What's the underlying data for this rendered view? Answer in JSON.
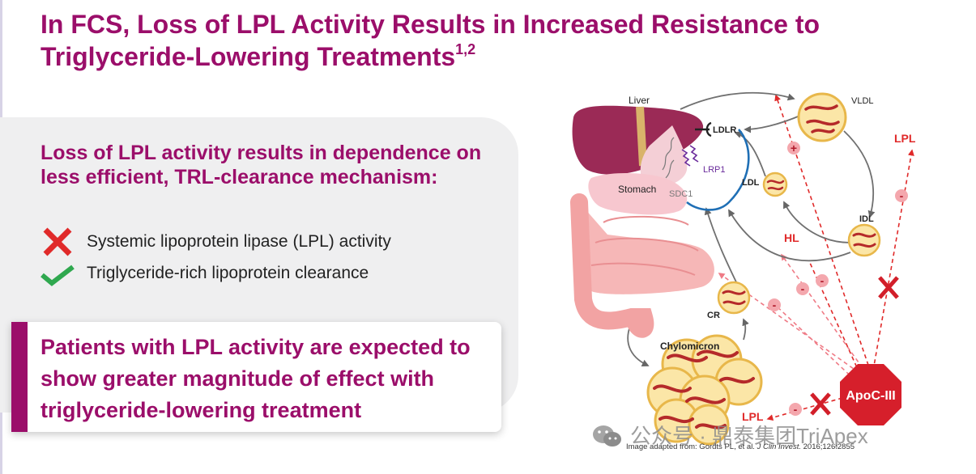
{
  "slide": {
    "title": "In FCS, Loss of LPL Activity Results in Increased Resistance to Triglyceride-Lowering Treatments",
    "title_superscript": "1,2",
    "heading": "Loss of LPL activity results in dependence on less efficient, TRL-clearance mechanism:",
    "items": [
      {
        "icon": "red-x-icon",
        "text": "Systemic lipoprotein lipase (LPL) activity"
      },
      {
        "icon": "green-check-icon",
        "text": "Triglyceride-rich lipoprotein clearance"
      }
    ],
    "callout": "Patients with LPL activity are expected to show greater magnitude of effect with triglyceride-lowering treatment",
    "citation_prefix": "Image adapted from: Gordts PL, et al. ",
    "citation_journal": "J Clin Invest.",
    "citation_suffix": " 2016;126:2855"
  },
  "diagram": {
    "liver": "Liver",
    "stomach": "Stomach",
    "ldlr": "LDLR",
    "lrp1": "LRP1",
    "sdc1": "SDC1",
    "vldl": "VLDL",
    "ldl": "LDL",
    "idl": "IDL",
    "cr": "CR",
    "chylomicron": "Chylomicron",
    "hl": "HL",
    "lpl_top": "LPL",
    "lpl_bottom": "LPL",
    "apoc3": "ApoC-III",
    "plus": "+",
    "minus": "-"
  },
  "watermark": {
    "text": "公众号 · 鼎泰集团TriApex",
    "icon": "wechat-icon"
  },
  "colors": {
    "brand_magenta": "#9b0e6a",
    "red": "#e02a2a",
    "check_green": "#2fa84f",
    "panel_gray": "#efeff0",
    "receptor_blue": "#1f6fb5"
  }
}
